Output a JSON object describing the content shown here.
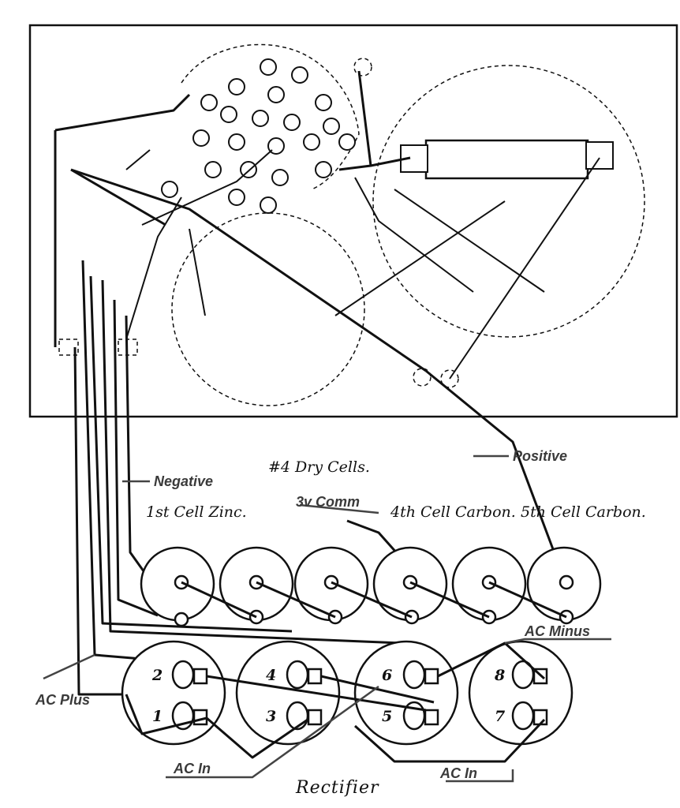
{
  "labels": {
    "dry_cells": "#4 Dry Cells.",
    "first_cell": "1st Cell Zinc.",
    "fourth_cell": "4th Cell Carbon.",
    "fifth_cell": "5th Cell Carbon.",
    "rectifier": "Rectifier"
  },
  "annotations": {
    "positive": "Positive",
    "negative": "Negative",
    "comm_3v": "3v Comm",
    "ac_minus": "AC Minus",
    "ac_plus": "AC Plus",
    "ac_in_left": "AC In",
    "ac_in_right": "AC In"
  },
  "pins": [
    "2",
    "1",
    "4",
    "3",
    "6",
    "5",
    "8",
    "7"
  ]
}
